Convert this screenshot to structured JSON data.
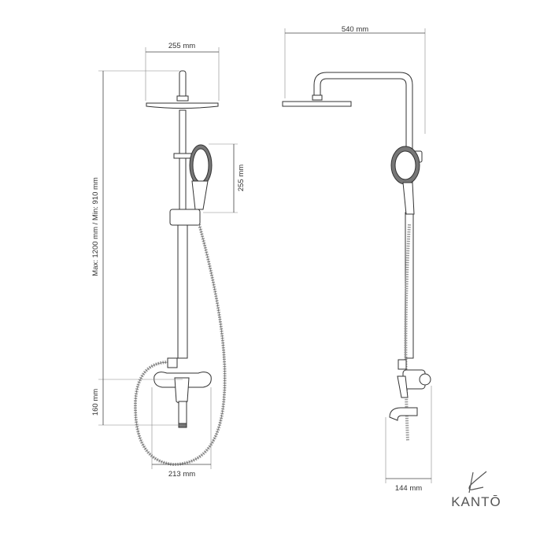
{
  "dimensions": {
    "front_head_width": "255 mm",
    "side_total_width": "540 mm",
    "hand_shower_height": "255 mm",
    "height_range": "Max: 1200 mm / Min: 910 mm",
    "mixer_height": "160 mm",
    "mixer_width": "213 mm",
    "side_depth": "144 mm"
  },
  "logo": {
    "text": "KANTŌ",
    "color": "#555555"
  }
}
